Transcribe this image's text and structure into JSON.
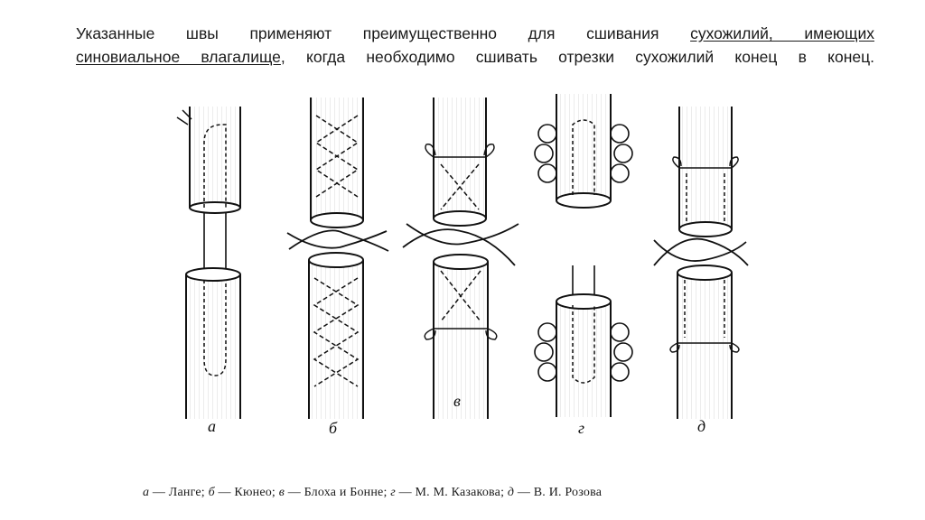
{
  "text": {
    "line1_before": "Указанные швы применяют преимущественно для сшивания ",
    "line1_link": "сухожилий, имеющих",
    "line2_link": "синовиальное влагалище",
    "line2_after": ", когда необходимо сшивать отрезки сухожилий конец в конец."
  },
  "figure": {
    "labels": [
      "а",
      "б",
      "в",
      "г",
      "д"
    ],
    "caption": {
      "a": "а",
      "a_name": " — Ланге; ",
      "b": "б",
      "b_name": " — Кюнео; ",
      "v": "в",
      "v_name": " — Блоха и Бонне; ",
      "g": "г",
      "g_name": " — М. М. Казакова; ",
      "d": "д",
      "d_name": " — В. И. Розова"
    }
  }
}
